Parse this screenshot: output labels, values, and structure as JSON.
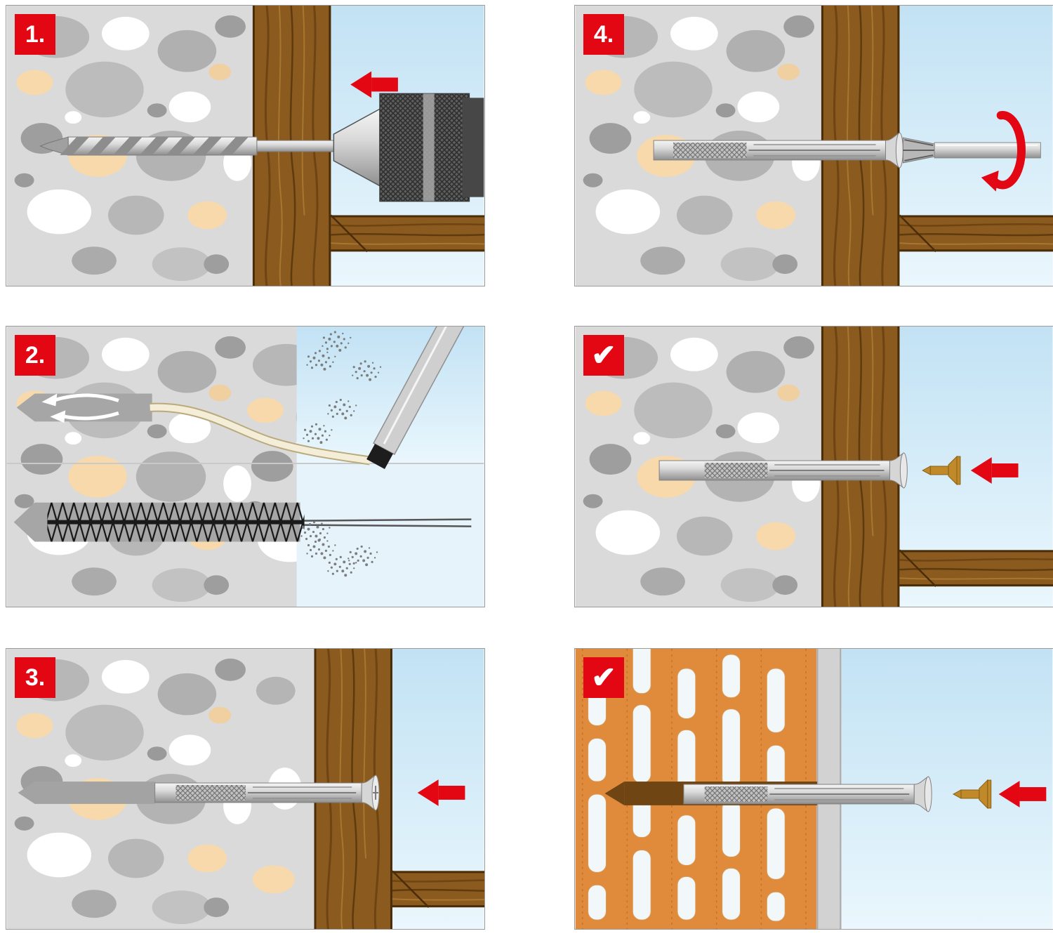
{
  "badges": {
    "step1": "1.",
    "step2": "2.",
    "step3": "3.",
    "step4": "4.",
    "result_concrete": "✔",
    "result_brick": "✔"
  },
  "colors": {
    "badge_red": "#e30613",
    "arrow_red": "#e30613",
    "concrete_gray": "#dadada",
    "stone_gray": "#b7b7b7",
    "stone_peach": "#f7d9ab",
    "stone_white": "#ffffff",
    "wood_brown": "#8a5a1e",
    "wood_grain_dark": "#6e4413",
    "sky_blue_top": "#c2e2f4",
    "sky_blue_bottom": "#eaf7fd",
    "brick_orange": "#e08a3c",
    "metal_light": "#d6d6d6",
    "metal_dark": "#8a8a8a",
    "screw_brass": "#c08a2a"
  }
}
